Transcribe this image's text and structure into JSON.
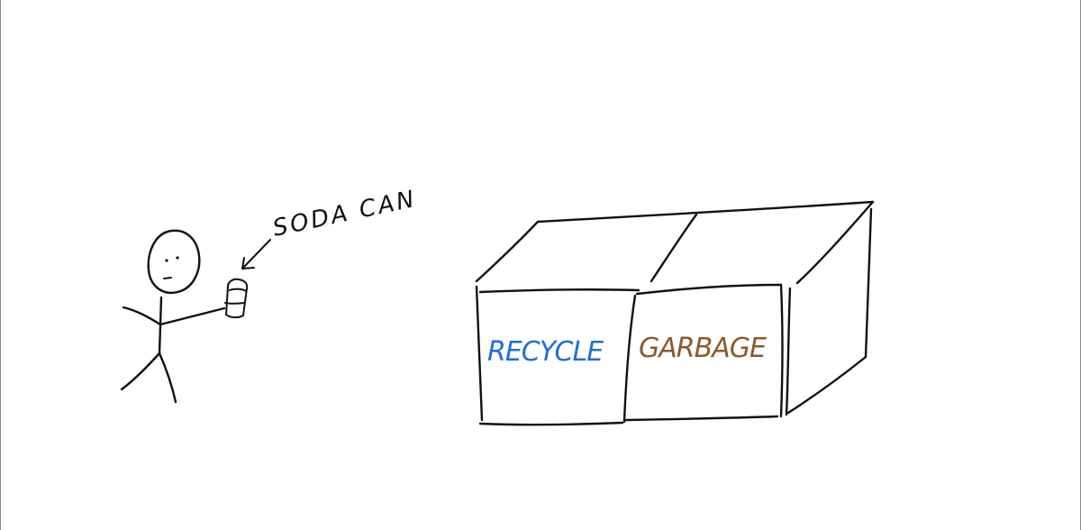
{
  "annotation": {
    "text": "SODA CAN"
  },
  "bins": [
    {
      "label": "RECYCLE",
      "color": "#1f6fd6"
    },
    {
      "label": "GARBAGE",
      "color": "#8a5a2b"
    }
  ],
  "colors": {
    "ink": "#111111",
    "background": "#ffffff",
    "frame": "#8a8a8a"
  }
}
